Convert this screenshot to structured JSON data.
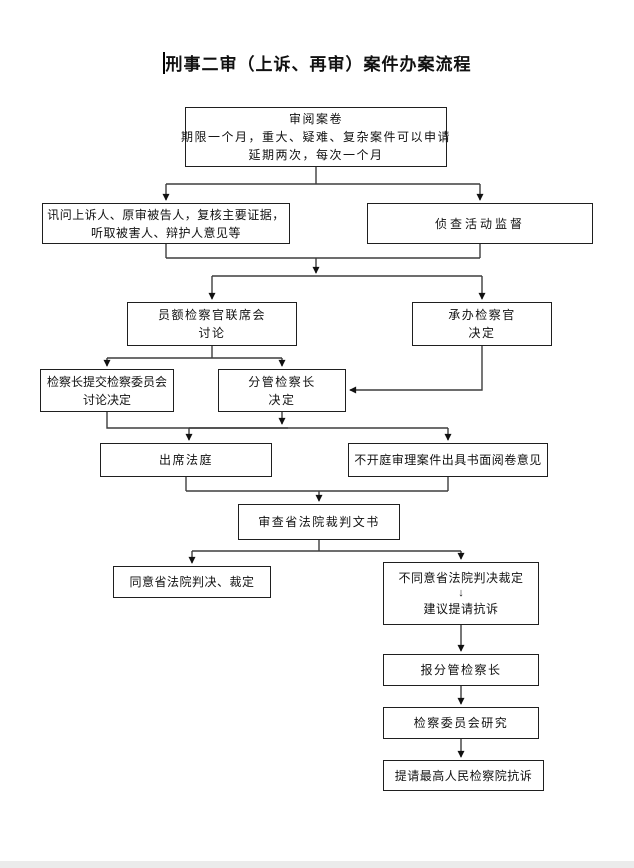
{
  "title": "刑事二审（上诉、再审）案件办案流程",
  "icons": {
    "title_caret": "text-cursor"
  },
  "flowchart": {
    "nodes": {
      "review_case_file": {
        "lines": [
          "审阅案卷",
          "期限一个月，重大、疑难、复杂案件可以申请",
          "延期两次，每次一个月"
        ]
      },
      "interrogate_and_verify": {
        "lines": [
          "讯问上诉人、原审被告人，复核主要证据，",
          "听取被害人、辩护人意见等"
        ]
      },
      "investigation_supervision": {
        "lines": [
          "侦查活动监督"
        ]
      },
      "joint_meeting": {
        "lines": [
          "员额检察官联席会",
          "讨论"
        ]
      },
      "case_prosecutor": {
        "lines": [
          "承办检察官",
          "决定"
        ]
      },
      "chief_to_committee": {
        "lines": [
          "检察长提交检察委员会",
          "讨论决定"
        ]
      },
      "deputy_chief_decision": {
        "lines": [
          "分管检察长",
          "决定"
        ]
      },
      "attend_court": {
        "lines": [
          "出席法庭"
        ]
      },
      "written_opinion": {
        "lines": [
          "不开庭审理案件出具书面阅卷意见"
        ]
      },
      "review_judgment": {
        "lines": [
          "审查省法院裁判文书"
        ]
      },
      "agree_judgment": {
        "lines": [
          "同意省法院判决、裁定"
        ]
      },
      "disagree_protest": {
        "lines": [
          "不同意省法院判决裁定",
          "↓",
          "建议提请抗诉"
        ]
      },
      "report_deputy_chief": {
        "lines": [
          "报分管检察长"
        ]
      },
      "committee_research": {
        "lines": [
          "检察委员会研究"
        ]
      },
      "request_spp_protest": {
        "lines": [
          "提请最高人民检察院抗诉"
        ]
      }
    },
    "edges": [
      {
        "from": "review_case_file",
        "to": "interrogate_and_verify"
      },
      {
        "from": "review_case_file",
        "to": "investigation_supervision"
      },
      {
        "from": "interrogate_and_verify",
        "to": "joint_meeting"
      },
      {
        "from": "interrogate_and_verify",
        "to": "case_prosecutor"
      },
      {
        "from": "investigation_supervision",
        "to": "joint_meeting"
      },
      {
        "from": "investigation_supervision",
        "to": "case_prosecutor"
      },
      {
        "from": "joint_meeting",
        "to": "chief_to_committee"
      },
      {
        "from": "joint_meeting",
        "to": "deputy_chief_decision"
      },
      {
        "from": "case_prosecutor",
        "to": "deputy_chief_decision"
      },
      {
        "from": "chief_to_committee",
        "to": "attend_court"
      },
      {
        "from": "chief_to_committee",
        "to": "written_opinion"
      },
      {
        "from": "deputy_chief_decision",
        "to": "attend_court"
      },
      {
        "from": "deputy_chief_decision",
        "to": "written_opinion"
      },
      {
        "from": "attend_court",
        "to": "review_judgment"
      },
      {
        "from": "written_opinion",
        "to": "review_judgment"
      },
      {
        "from": "review_judgment",
        "to": "agree_judgment"
      },
      {
        "from": "review_judgment",
        "to": "disagree_protest"
      },
      {
        "from": "disagree_protest",
        "to": "report_deputy_chief"
      },
      {
        "from": "report_deputy_chief",
        "to": "committee_research"
      },
      {
        "from": "committee_research",
        "to": "request_spp_protest"
      }
    ]
  }
}
